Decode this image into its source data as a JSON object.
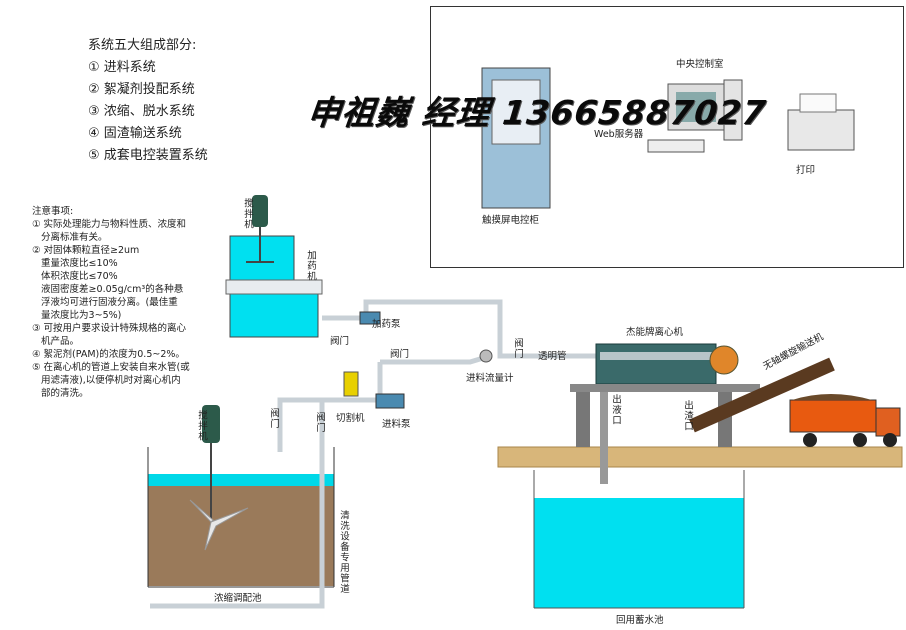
{
  "systems": {
    "title": "系统五大组成部分:",
    "items": [
      "① 进料系统",
      "② 絮凝剂投配系统",
      "③ 浓缩、脱水系统",
      "④ 固渣输送系统",
      "⑤ 成套电控装置系统"
    ]
  },
  "notes": {
    "title": "注意事项:",
    "lines": [
      "① 实际处理能力与物料性质、浓度和",
      "   分离标准有关。",
      "② 对固体颗粒直径≥2um",
      "   重量浓度比≤10%",
      "   体积浓度比≤70%",
      "   液固密度差≥0.05g/cm³的各种悬",
      "   浮液均可进行固液分离。(最佳重",
      "   量浓度比为3~5%)",
      "③ 可按用户要求设计特殊规格的离心",
      "   机产品。",
      "④ 絮泥剂(PAM)的浓度为0.5~2%。",
      "⑤ 在离心机的管道上安装自来水管(或",
      "   用滤清液),以便停机时对离心机内",
      "   部的清洗。"
    ]
  },
  "banner": "申祖巍 经理 13665887027",
  "control": {
    "central_room": "中央控制室",
    "web_server": "Web服务器",
    "printer": "打印",
    "panel": "触摸屏电控柜"
  },
  "labels": {
    "mixer_top": "搅拌机",
    "dosing_machine": "加药机",
    "dosing_pump": "加药泵",
    "valve1": "阀门",
    "valve2": "阀门",
    "valve3": "阀门",
    "valve4": "阀门",
    "valve5": "阀门",
    "flowmeter": "进料流量计",
    "clear_pipe": "透明管",
    "centrifuge": "杰能牌离心机",
    "conveyor": "无轴螺旋输送机",
    "liquid_outlet": "出液口",
    "slag_outlet": "出渣口",
    "cutter": "切割机",
    "feed_pump": "进料泵",
    "mixer_bottom": "搅拌机",
    "clean_pipe": "清洗设备专用管道",
    "conditioning_tank": "浓缩调配池",
    "recycle_tank": "回用蓄水池"
  },
  "colors": {
    "water": "#00e0f0",
    "sludge": "#9a7a5a",
    "ground": "#d8b67a",
    "equipment": "#3a6a6a",
    "pipe": "#d0d8dc"
  }
}
